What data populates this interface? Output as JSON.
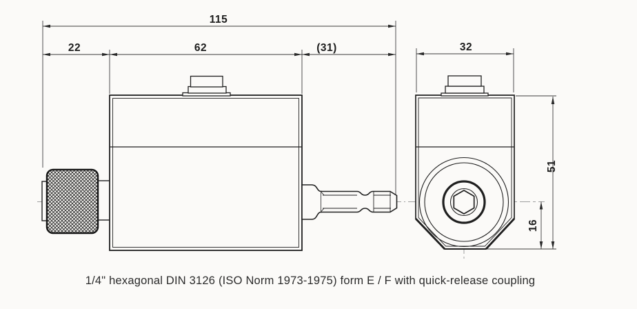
{
  "drawing": {
    "caption": "1/4\" hexagonal DIN 3126 (ISO Norm 1973-1975) form E / F with quick-release coupling",
    "dim_labels": {
      "total_length": "115",
      "left_section": "22",
      "body_section": "62",
      "coupling_section": "(31)",
      "body_width": "32",
      "body_height": "51",
      "axis_to_base": "16"
    },
    "colors": {
      "line": "#1f1f1f",
      "dimension": "#3c3c3c",
      "centerline": "#9e9e9e",
      "background": "#fbfaf8"
    }
  }
}
